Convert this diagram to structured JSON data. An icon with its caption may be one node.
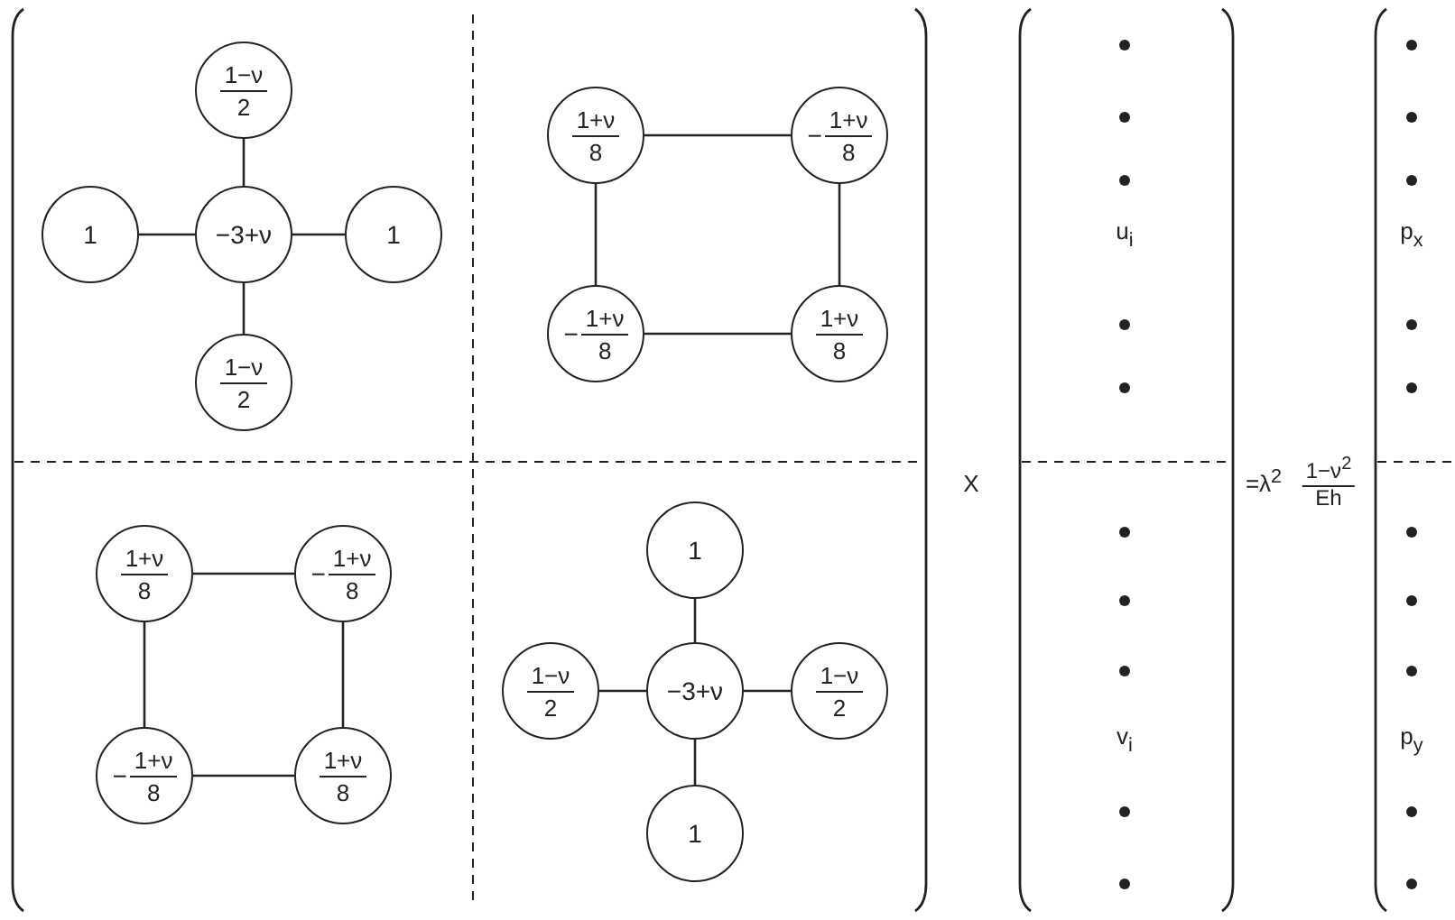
{
  "diagram": {
    "nodes": [
      {
        "text": [
          "1−ν",
          "2"
        ]
      },
      {
        "text": [
          "1"
        ]
      },
      {
        "text": [
          "−3+ν"
        ]
      },
      {
        "text": [
          "1"
        ]
      },
      {
        "text": [
          "1−ν",
          "2"
        ]
      },
      {
        "text": [
          "1+ν",
          "8"
        ]
      },
      {
        "text": [
          "−",
          "1+ν",
          "8"
        ]
      },
      {
        "text": [
          "−",
          "1+ν",
          "8"
        ]
      },
      {
        "text": [
          "1+ν",
          "8"
        ]
      },
      {
        "text": [
          "1+ν",
          "8"
        ]
      },
      {
        "text": [
          "−",
          "1+ν",
          "8"
        ]
      },
      {
        "text": [
          "−",
          "1+ν",
          "8"
        ]
      },
      {
        "text": [
          "1+ν",
          "8"
        ]
      },
      {
        "text": [
          "1"
        ]
      },
      {
        "text": [
          "1−ν",
          "2"
        ]
      },
      {
        "text": [
          "−3+ν"
        ]
      },
      {
        "text": [
          "1−ν",
          "2"
        ]
      },
      {
        "text": [
          "1"
        ]
      }
    ],
    "edges": [
      {
        "from": 2,
        "to": 0,
        "arrow": "none"
      },
      {
        "from": 2,
        "to": 1,
        "arrow": "none"
      },
      {
        "from": 2,
        "to": 3,
        "arrow": "none"
      },
      {
        "from": 2,
        "to": 4,
        "arrow": "none"
      },
      {
        "from": 5,
        "to": 6,
        "arrow": "none"
      },
      {
        "from": 5,
        "to": 7,
        "arrow": "none"
      },
      {
        "from": 6,
        "to": 8,
        "arrow": "none"
      },
      {
        "from": 7,
        "to": 8,
        "arrow": "none"
      },
      {
        "from": 9,
        "to": 10,
        "arrow": "none"
      },
      {
        "from": 9,
        "to": 11,
        "arrow": "none"
      },
      {
        "from": 10,
        "to": 12,
        "arrow": "none"
      },
      {
        "from": 11,
        "to": 12,
        "arrow": "none"
      },
      {
        "from": 15,
        "to": 13,
        "arrow": "none"
      },
      {
        "from": 15,
        "to": 14,
        "arrow": "none"
      },
      {
        "from": 15,
        "to": 16,
        "arrow": "none"
      },
      {
        "from": 15,
        "to": 17,
        "arrow": "none"
      }
    ],
    "labels": [
      "X",
      "u$_{i}$",
      "=λ$^{2}$",
      "1−ν$^{2}$",
      "Eh",
      "p$_{x}$",
      "v$_{i}$",
      "p$_{y}$"
    ]
  }
}
